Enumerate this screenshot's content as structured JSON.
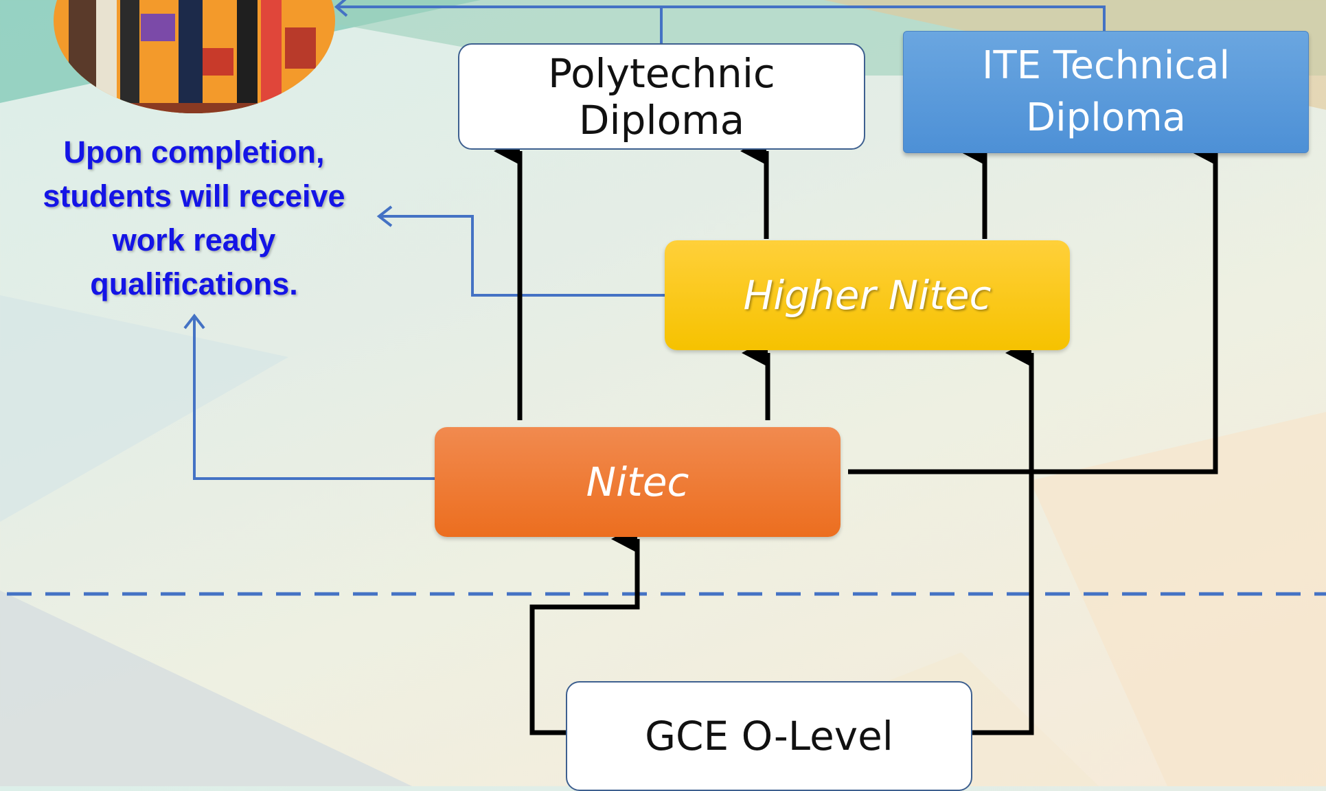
{
  "nodes": {
    "polytechnic": "Polytechnic Diploma",
    "ite_line1": "ITE Technical",
    "ite_line2": "Diploma",
    "higher_nitec": "Higher Nitec",
    "nitec": "Nitec",
    "gce": "GCE O-Level"
  },
  "note": {
    "line1": "Upon completion,",
    "line2": "students will receive",
    "line3": "work ready",
    "line4": "qualifications."
  },
  "colors": {
    "blue_arrow": "#4472c4",
    "black_arrow": "#000000",
    "note_text": "#1414e6",
    "nitec": "#ee7430",
    "higher_nitec": "#fac500",
    "ite_box": "#5b9bd5"
  }
}
